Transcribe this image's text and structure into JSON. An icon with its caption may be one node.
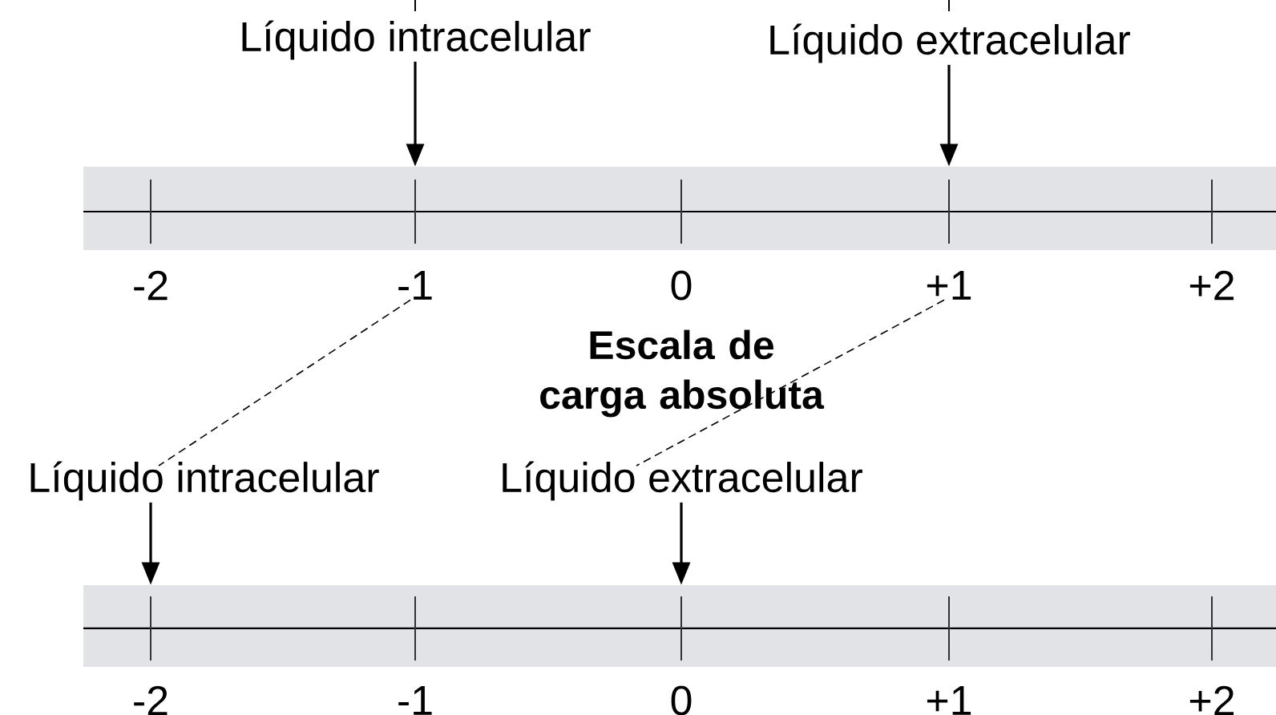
{
  "diagram": {
    "nodes": [
      {
        "text": [
          "Líquido intracelular"
        ]
      },
      {
        "text": [
          "Líquido extracelular"
        ]
      },
      {
        "text": [],
        "shape": "bar"
      },
      {
        "text": [
          "-1"
        ]
      },
      {
        "text": [
          "+1"
        ]
      },
      {
        "text": [
          "Líquido intracelular"
        ]
      },
      {
        "text": [
          "Líquido extracelular"
        ]
      },
      {
        "text": [],
        "shape": "bar"
      }
    ],
    "edges": [
      {
        "from": 0,
        "to": 2,
        "arrow": "to"
      },
      {
        "from": 1,
        "to": 2,
        "arrow": "to"
      },
      {
        "from": 3,
        "to": 5,
        "arrow": "none",
        "style": "dashed"
      },
      {
        "from": 4,
        "to": 6,
        "arrow": "none",
        "style": "dashed"
      },
      {
        "from": 5,
        "to": 7,
        "arrow": "to"
      },
      {
        "from": 6,
        "to": 7,
        "arrow": "to"
      }
    ],
    "labels": [
      "-2",
      "0",
      "+2",
      "Escala de carga absoluta",
      "-2",
      "-1",
      "0",
      "+1",
      "+2"
    ]
  }
}
